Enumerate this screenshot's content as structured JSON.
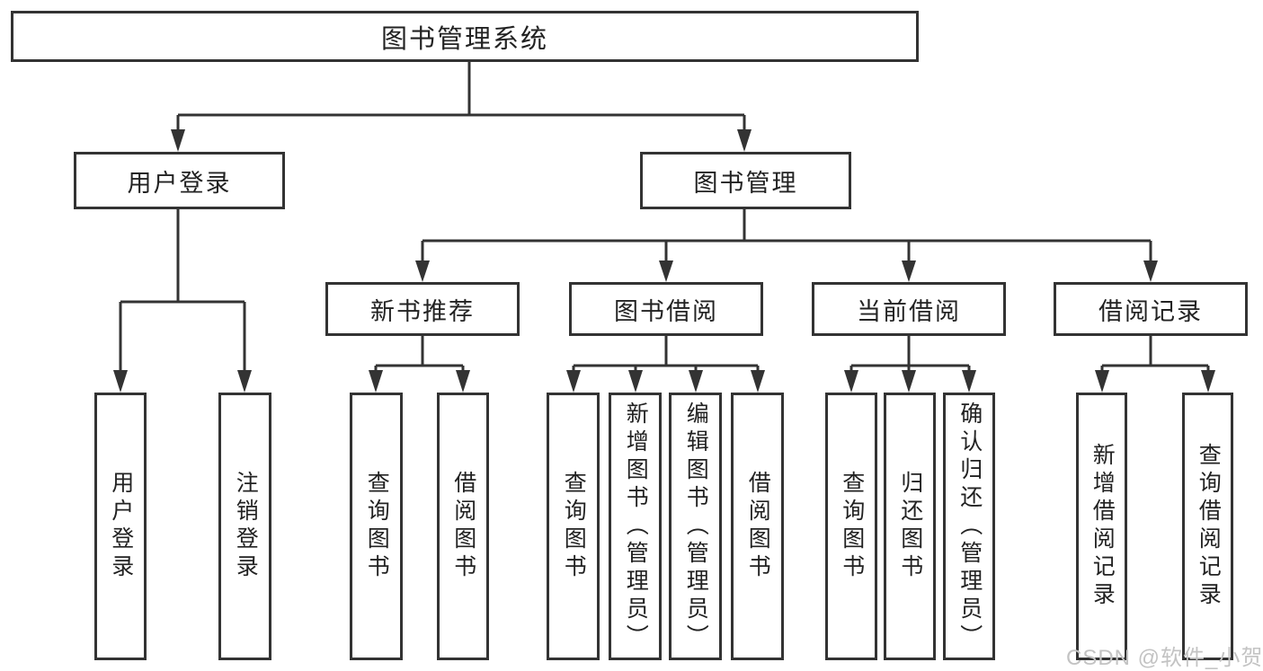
{
  "diagram": {
    "title": "图书管理系统",
    "tree": {
      "label": "图书管理系统",
      "children": [
        {
          "label": "用户登录",
          "children": [
            {
              "label": "用户登录"
            },
            {
              "label": "注销登录"
            }
          ]
        },
        {
          "label": "图书管理",
          "children": [
            {
              "label": "新书推荐",
              "children": [
                {
                  "label": "查询图书"
                },
                {
                  "label": "借阅图书"
                }
              ]
            },
            {
              "label": "图书借阅",
              "children": [
                {
                  "label": "查询图书"
                },
                {
                  "label": "新增图书（管理员）"
                },
                {
                  "label": "编辑图书（管理员）"
                },
                {
                  "label": "借阅图书"
                }
              ]
            },
            {
              "label": "当前借阅",
              "children": [
                {
                  "label": "查询图书"
                },
                {
                  "label": "归还图书"
                },
                {
                  "label": "确认归还（管理员）"
                }
              ]
            },
            {
              "label": "借阅记录",
              "children": [
                {
                  "label": "新增借阅记录"
                },
                {
                  "label": "查询借阅记录"
                }
              ]
            }
          ]
        }
      ]
    },
    "watermark": "CSDN @软件_小贺同学",
    "colors": {
      "line": "#333333",
      "text": "#222222",
      "watermark": "#c3c3c3",
      "background": "#ffffff"
    }
  }
}
